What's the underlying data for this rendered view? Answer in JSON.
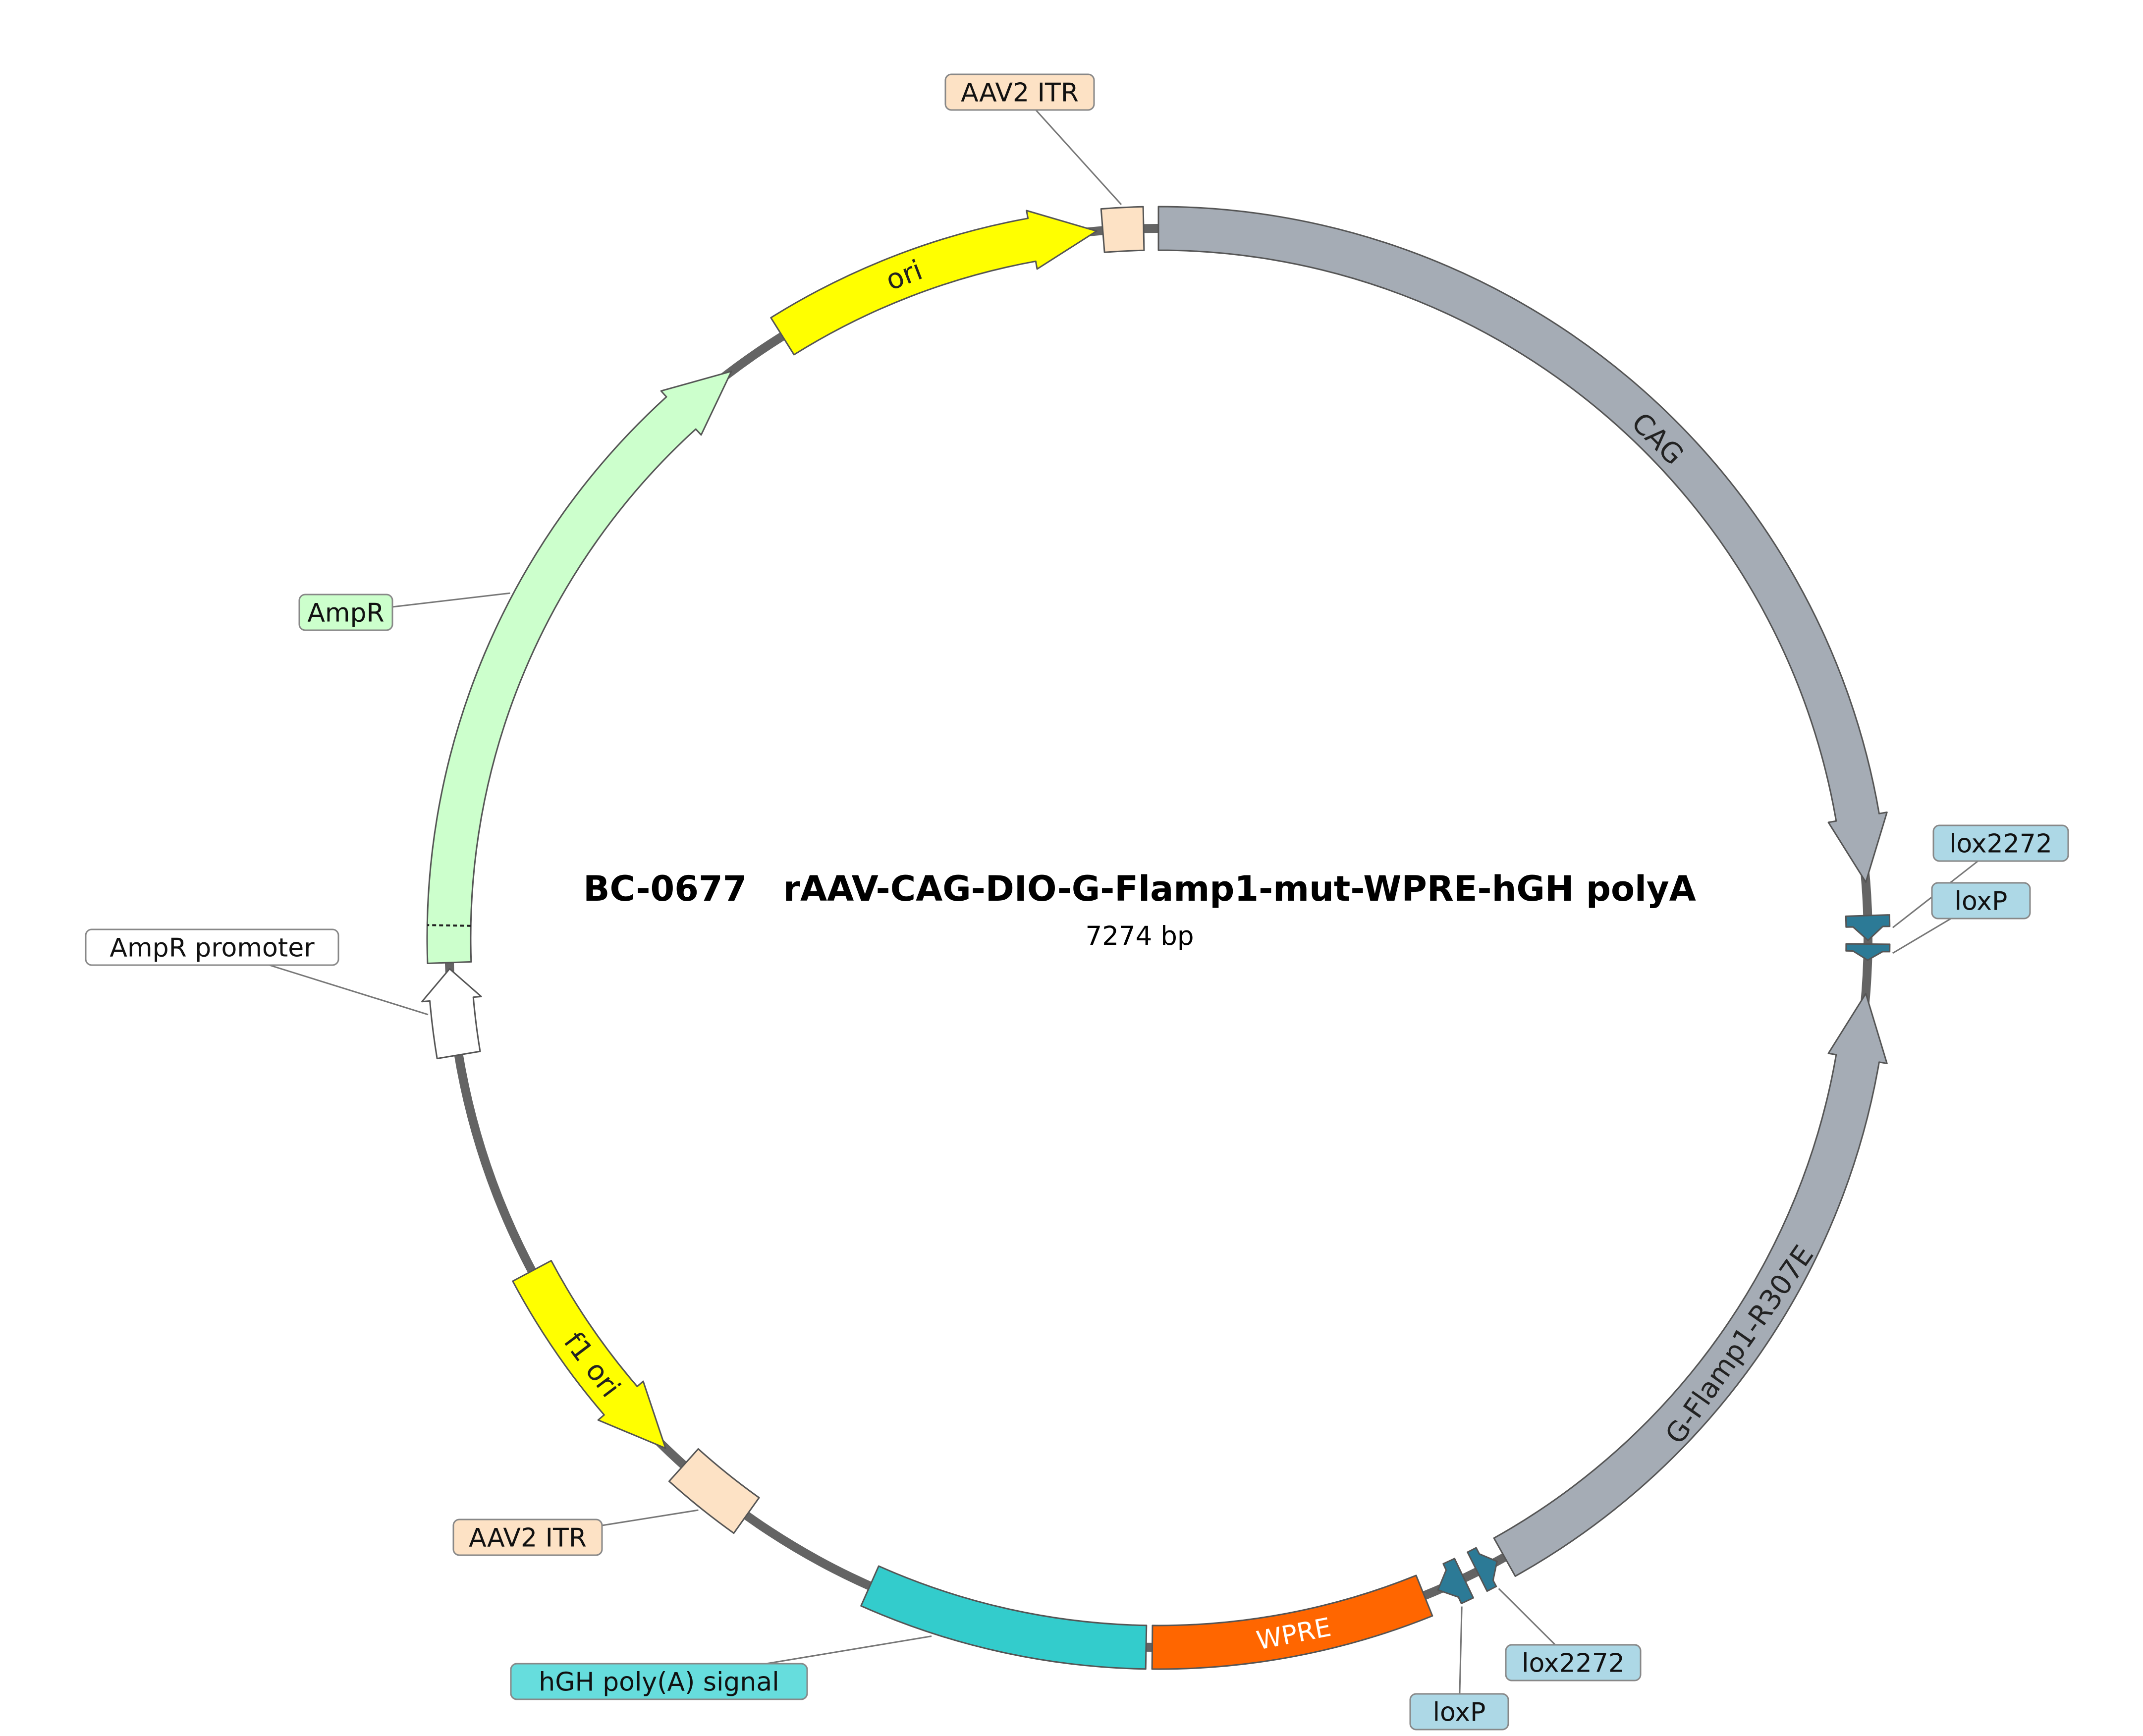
{
  "title": "BC-0677   rAAV-CAG-DIO-G-Flamp1-mut-WPRE-hGH polyA",
  "size_label": "7274 bp",
  "features": [
    {
      "id": "aav2-itr-top",
      "label": "AAV2 ITR",
      "type": "box",
      "color": "#fde2c5",
      "label_style": "external"
    },
    {
      "id": "cag",
      "label": "CAG",
      "type": "arrow",
      "color": "#a5acb5",
      "label_style": "internal"
    },
    {
      "id": "lox2272-right",
      "label": "lox2272",
      "type": "small-arrow",
      "color": "#2c7a96",
      "label_style": "external"
    },
    {
      "id": "loxp-right",
      "label": "loxP",
      "type": "small-arrow",
      "color": "#2c7a96",
      "label_style": "external"
    },
    {
      "id": "g-flamp1",
      "label": "G-Flamp1-R307E",
      "type": "arrow",
      "color": "#a5acb5",
      "label_style": "internal"
    },
    {
      "id": "lox2272-bottom",
      "label": "lox2272",
      "type": "small-arrow",
      "color": "#2c7a96",
      "label_style": "external"
    },
    {
      "id": "loxp-bottom",
      "label": "loxP",
      "type": "small-arrow",
      "color": "#2c7a96",
      "label_style": "external"
    },
    {
      "id": "wpre",
      "label": "WPRE",
      "type": "box",
      "color": "#ff6600",
      "label_style": "internal-white"
    },
    {
      "id": "hgh-polya",
      "label": "hGH poly(A) signal",
      "type": "box",
      "color": "#33cccc",
      "label_style": "external"
    },
    {
      "id": "aav2-itr-bottom",
      "label": "AAV2 ITR",
      "type": "box",
      "color": "#fde2c5",
      "label_style": "external"
    },
    {
      "id": "f1-ori",
      "label": "f1 ori",
      "type": "arrow",
      "color": "#ffff00",
      "label_style": "internal"
    },
    {
      "id": "ampr-promoter",
      "label": "AmpR promoter",
      "type": "arrow",
      "color": "#ffffff",
      "label_style": "external"
    },
    {
      "id": "ampr",
      "label": "AmpR",
      "type": "arrow",
      "color": "#ccffcc",
      "label_style": "external"
    },
    {
      "id": "ori",
      "label": "ori",
      "type": "arrow",
      "color": "#ffff00",
      "label_style": "internal"
    }
  ]
}
